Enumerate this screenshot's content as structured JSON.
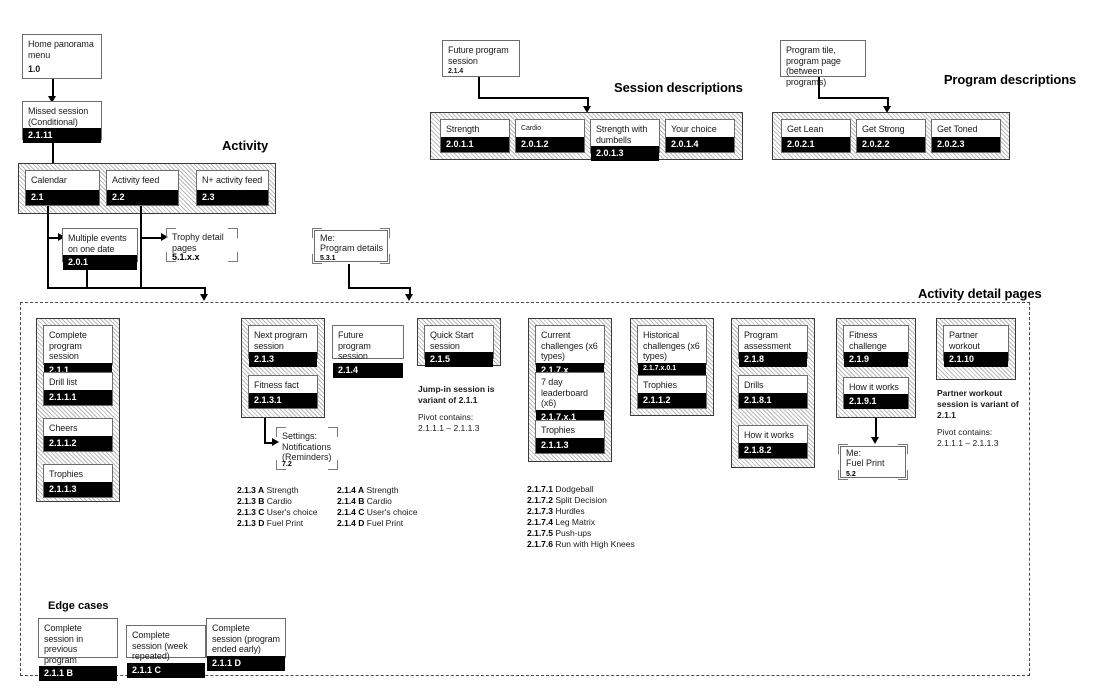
{
  "headings": {
    "activity": "Activity",
    "session_descriptions": "Session descriptions",
    "program_descriptions": "Program descriptions",
    "activity_detail_pages": "Activity detail pages",
    "edge_cases": "Edge cases"
  },
  "top_flow": {
    "home": {
      "title": "Home panorama menu",
      "num": "1.0"
    },
    "missed": {
      "title": "Missed session (Conditional)",
      "num": "2.1.11"
    }
  },
  "activity_group": {
    "nodes": [
      {
        "title": "Calendar",
        "num": "2.1"
      },
      {
        "title": "Activity feed",
        "num": "2.2"
      },
      {
        "title": "N+ activity feed",
        "num": "2.3"
      }
    ]
  },
  "mid_row": {
    "multiple_events": {
      "title": "Multiple events on one date",
      "num": "2.0.1"
    },
    "trophy_detail": {
      "title": "Trophy detail pages",
      "num": "5.1.x.x"
    },
    "me_program_details": {
      "line1": "Me:",
      "line2": "Program details",
      "num": "5.3.1"
    }
  },
  "session_descriptions": {
    "source": {
      "title": "Future program session",
      "num": "2.1.4"
    },
    "nodes": [
      {
        "title": "Strength",
        "num": "2.0.1.1"
      },
      {
        "title": "Cardio",
        "num": "2.0.1.2"
      },
      {
        "title": "Strength with dumbells",
        "num": "2.0.1.3"
      },
      {
        "title": "Your choice",
        "num": "2.0.1.4"
      }
    ]
  },
  "program_descriptions": {
    "source": {
      "title": "Program tile, program page (between programs)",
      "num": ""
    },
    "nodes": [
      {
        "title": "Get Lean",
        "num": "2.0.2.1"
      },
      {
        "title": "Get Strong",
        "num": "2.0.2.2"
      },
      {
        "title": "Get Toned",
        "num": "2.0.2.3"
      }
    ]
  },
  "detail_columns": {
    "complete_program_session": {
      "nodes": [
        {
          "title": "Complete program session",
          "num": "2.1.1"
        },
        {
          "title": "Drill list",
          "num": "2.1.1.1"
        },
        {
          "title": "Cheers",
          "num": "2.1.1.2"
        },
        {
          "title": "Trophies",
          "num": "2.1.1.3"
        }
      ]
    },
    "next_program_session": {
      "nodes": [
        {
          "title": "Next program session",
          "num": "2.1.3"
        },
        {
          "title": "Fitness fact",
          "num": "2.1.3.1"
        }
      ],
      "settings_box": {
        "title": "Settings: Notifications (Reminders)",
        "num": "7.2"
      },
      "list": [
        {
          "k": "2.1.3 A",
          "v": "Strength"
        },
        {
          "k": "2.1.3 B",
          "v": "Cardio"
        },
        {
          "k": "2.1.3 C",
          "v": "User's choice"
        },
        {
          "k": "2.1.3 D",
          "v": "Fuel Print"
        }
      ]
    },
    "future_program_session": {
      "node": {
        "title": "Future program session",
        "num": "2.1.4"
      },
      "list": [
        {
          "k": "2.1.4 A",
          "v": "Strength"
        },
        {
          "k": "2.1.4 B",
          "v": "Cardio"
        },
        {
          "k": "2.1.4 C",
          "v": "User's choice"
        },
        {
          "k": "2.1.4 D",
          "v": "Fuel Print"
        }
      ]
    },
    "quick_start_session": {
      "node": {
        "title": "Quick Start session",
        "num": "2.1.5"
      },
      "note_bold": "Jump-in session is variant of 2.1.1",
      "note_line1": "Pivot contains:",
      "note_line2": "2.1.1.1 – 2.1.1.3"
    },
    "current_challenges": {
      "nodes": [
        {
          "title": "Current challenges (x6 types)",
          "num": "2.1.7.x"
        },
        {
          "title": "7 day leaderboard (x6)",
          "num": "2.1.7.x.1"
        },
        {
          "title": "Trophies",
          "num": "2.1.1.3"
        }
      ],
      "list": [
        {
          "k": "2.1.7.1",
          "v": "Dodgeball"
        },
        {
          "k": "2.1.7.2",
          "v": "Split Decision"
        },
        {
          "k": "2.1.7.3",
          "v": "Hurdles"
        },
        {
          "k": "2.1.7.4",
          "v": "Leg Matrix"
        },
        {
          "k": "2.1.7.5",
          "v": "Push-ups"
        },
        {
          "k": "2.1.7.6",
          "v": "Run with High Knees"
        }
      ]
    },
    "historical_challenges": {
      "nodes": [
        {
          "title": "Historical challenges (x6 types)",
          "num": "2.1.7.x.0.1"
        },
        {
          "title": "Trophies",
          "num": "2.1.1.2"
        }
      ]
    },
    "program_assessment": {
      "nodes": [
        {
          "title": "Program assessment",
          "num": "2.1.8"
        },
        {
          "title": "Drills",
          "num": "2.1.8.1"
        },
        {
          "title": "How it works",
          "num": "2.1.8.2"
        }
      ]
    },
    "fitness_challenge": {
      "nodes": [
        {
          "title": "Fitness challenge",
          "num": "2.1.9"
        },
        {
          "title": "How it works",
          "num": "2.1.9.1"
        }
      ],
      "me_fuel_print": {
        "line1": "Me:",
        "line2": "Fuel Print",
        "num": "5.2"
      }
    },
    "partner_workout": {
      "node": {
        "title": "Partner workout",
        "num": "2.1.10"
      },
      "note_bold": "Partner workout session is variant of 2.1.1",
      "note_line1": "Pivot contains:",
      "note_line2": "2.1.1.1 – 2.1.1.3"
    }
  },
  "edge_cases": {
    "nodes": [
      {
        "title": "Complete session in previous program",
        "num": "2.1.1 B"
      },
      {
        "title": "Complete session (week repeated)",
        "num": "2.1.1 C"
      },
      {
        "title": "Complete session (program ended early)",
        "num": "2.1.1 D"
      }
    ]
  }
}
